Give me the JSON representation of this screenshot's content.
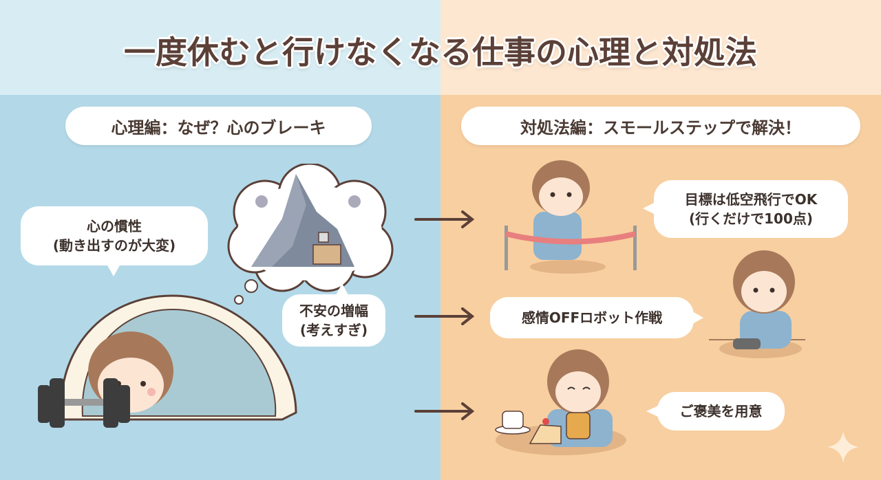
{
  "title": "一度休むと行けなくなる仕事の心理と対処法",
  "left": {
    "header": "心理編：なぜ？心のブレーキ",
    "bubbles": [
      {
        "line1": "心の慣性",
        "line2": "(動き出すのが大変)"
      },
      {
        "line1": "不安の増幅",
        "line2": "(考えすぎ)"
      }
    ]
  },
  "right": {
    "header": "対処法編：スモールステップで解決！",
    "bubbles": [
      {
        "line1": "目標は低空飛行でOK",
        "line2": "(行くだけで100点)"
      },
      {
        "line1": "感情OFFロボット作戦"
      },
      {
        "line1": "ご褒美を用意"
      }
    ]
  },
  "colors": {
    "left_top": "#d7edf3",
    "left_bottom": "#b3d9e8",
    "right_top": "#fde7d0",
    "right_bottom": "#f8cfa0",
    "text": "#5b4038"
  }
}
